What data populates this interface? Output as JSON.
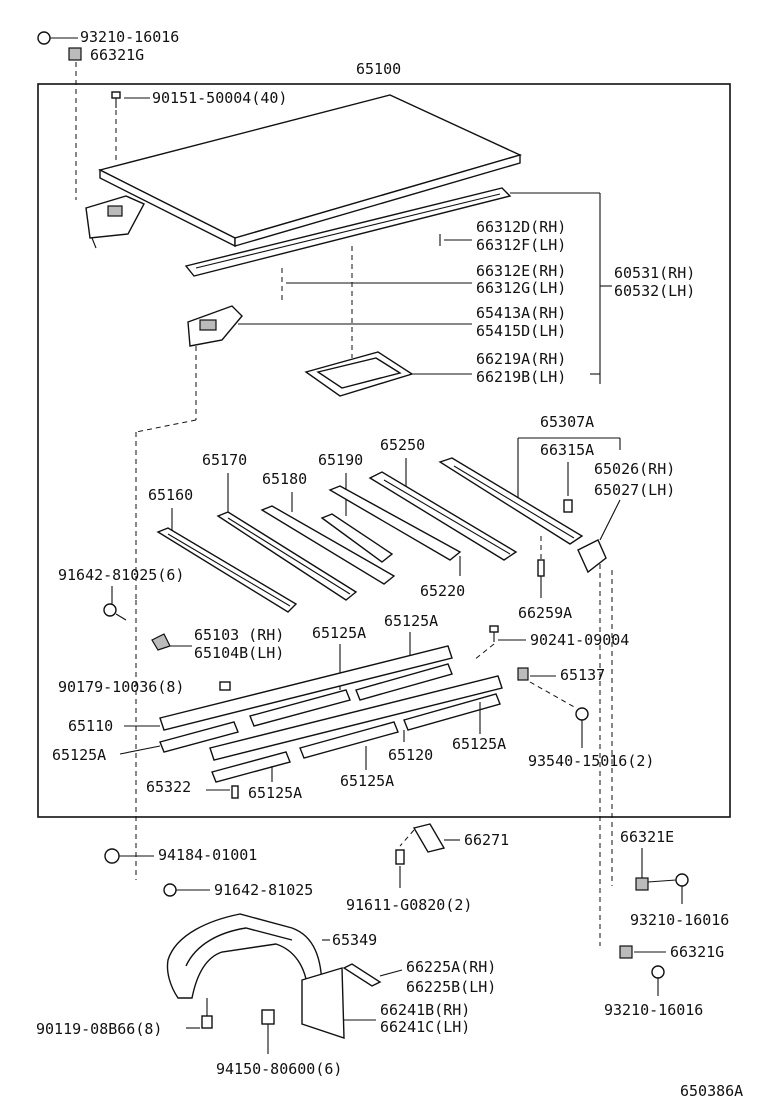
{
  "diagram_id": "650386A",
  "parts": {
    "p93210_top": "93210-16016",
    "p66321G_top": "66321G",
    "p65100": "65100",
    "p90151": "90151-50004(40)",
    "p66312D": "66312D(RH)",
    "p66312F": "66312F(LH)",
    "p66312E": "66312E(RH)",
    "p66312G": "66312G(LH)",
    "p60531": "60531(RH)",
    "p60532": "60532(LH)",
    "p65413A": "65413A(RH)",
    "p65415D": "65415D(LH)",
    "p66219A": "66219A(RH)",
    "p66219B": "66219B(LH)",
    "p65307A": "65307A",
    "p66315A": "66315A",
    "p65026": "65026(RH)",
    "p65027": "65027(LH)",
    "p65170": "65170",
    "p65190": "65190",
    "p65250": "65250",
    "p65180": "65180",
    "p65160": "65160",
    "p91642_6": "91642-81025(6)",
    "p65220": "65220",
    "p66259A": "66259A",
    "p65103": "65103 (RH)",
    "p65104B": "65104B(LH)",
    "p65125A_a": "65125A",
    "p65125A_b": "65125A",
    "p90241": "90241-09004",
    "p65137": "65137",
    "p90179": "90179-10036(8)",
    "p65110": "65110",
    "p65125A_c": "65125A",
    "p65120": "65120",
    "p65125A_d": "65125A",
    "p93540": "93540-15016(2)",
    "p65125A_e": "65125A",
    "p65322": "65322",
    "p65125A_f": "65125A",
    "p94184": "94184-01001",
    "p66271": "66271",
    "p66321E": "66321E",
    "p91642": "91642-81025",
    "p91611": "91611-G0820(2)",
    "p93210_mid": "93210-16016",
    "p65349": "65349",
    "p66321G_bot": "66321G",
    "p66225A": "66225A(RH)",
    "p66225B": "66225B(LH)",
    "p66241B": "66241B(RH)",
    "p66241C": "66241C(LH)",
    "p90119": "90119-08B66(8)",
    "p93210_bot": "93210-16016",
    "p94150": "94150-80600(6)"
  }
}
